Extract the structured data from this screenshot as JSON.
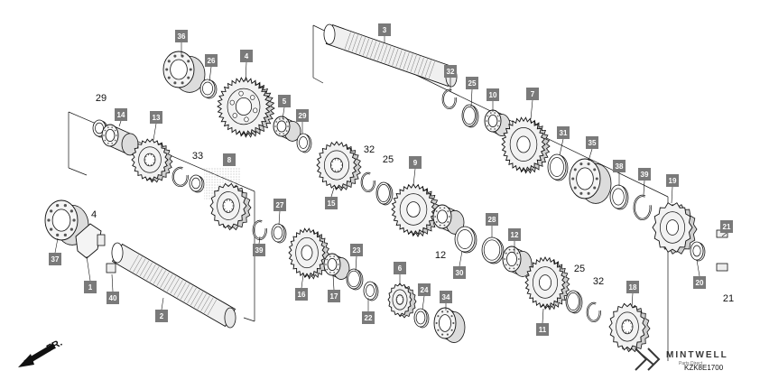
{
  "diagram": {
    "parts": [
      {
        "id": "p36",
        "label": "36"
      },
      {
        "id": "p26",
        "label": "26"
      },
      {
        "id": "p4",
        "label": "4"
      },
      {
        "id": "p3",
        "label": "3"
      },
      {
        "id": "p32a",
        "label": "32"
      },
      {
        "id": "p25a",
        "label": "25"
      },
      {
        "id": "p10",
        "label": "10"
      },
      {
        "id": "p7",
        "label": "7"
      },
      {
        "id": "p5",
        "label": "5"
      },
      {
        "id": "p29b",
        "label": "29"
      },
      {
        "id": "p14",
        "label": "14"
      },
      {
        "id": "p13",
        "label": "13"
      },
      {
        "id": "p8",
        "label": "8"
      },
      {
        "id": "p31",
        "label": "31"
      },
      {
        "id": "p35",
        "label": "35"
      },
      {
        "id": "p38",
        "label": "38"
      },
      {
        "id": "p39b",
        "label": "39"
      },
      {
        "id": "p19",
        "label": "19"
      },
      {
        "id": "p9",
        "label": "9"
      },
      {
        "id": "p15",
        "label": "15"
      },
      {
        "id": "p27",
        "label": "27"
      },
      {
        "id": "p39a",
        "label": "39"
      },
      {
        "id": "p28",
        "label": "28"
      },
      {
        "id": "p12b",
        "label": "12"
      },
      {
        "id": "p21a",
        "label": "21"
      },
      {
        "id": "p37",
        "label": "37"
      },
      {
        "id": "p23",
        "label": "23"
      },
      {
        "id": "p30",
        "label": "30"
      },
      {
        "id": "p6",
        "label": "6"
      },
      {
        "id": "p24",
        "label": "24"
      },
      {
        "id": "p34",
        "label": "34"
      },
      {
        "id": "p16",
        "label": "16"
      },
      {
        "id": "p17",
        "label": "17"
      },
      {
        "id": "p22",
        "label": "22"
      },
      {
        "id": "p11",
        "label": "11"
      },
      {
        "id": "p18",
        "label": "18"
      },
      {
        "id": "p20",
        "label": "20"
      },
      {
        "id": "p1",
        "label": "1"
      },
      {
        "id": "p40",
        "label": "40"
      },
      {
        "id": "p2",
        "label": "2"
      }
    ],
    "plain_labels": [
      {
        "id": "t29a",
        "label": "29"
      },
      {
        "id": "t33",
        "label": "33"
      },
      {
        "id": "t32b",
        "label": "32"
      },
      {
        "id": "t25b",
        "label": "25"
      },
      {
        "id": "t12a",
        "label": "12"
      },
      {
        "id": "t25c",
        "label": "25"
      },
      {
        "id": "t32c",
        "label": "32"
      },
      {
        "id": "t21b",
        "label": "21"
      },
      {
        "id": "t4small",
        "label": "4"
      }
    ],
    "direction_label": "FR.",
    "diagram_code": "KZK8E1700",
    "watermark_brand": "MINTWELL",
    "watermark_sub": "Parts Direct"
  }
}
